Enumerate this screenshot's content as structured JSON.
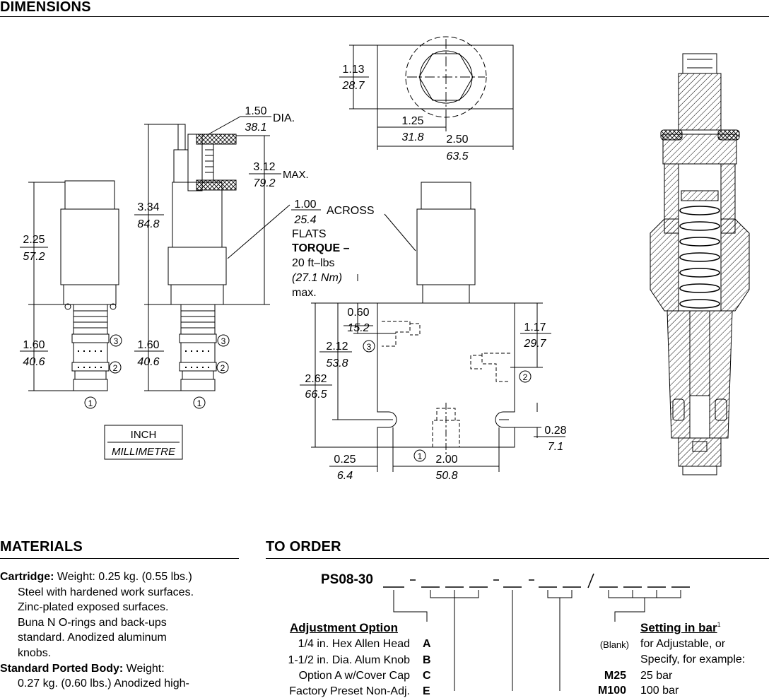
{
  "dimensions": {
    "title": "DIMENSIONS",
    "labels": {
      "d_1_50": "1.50",
      "d_38_1": "38.1",
      "dia": "DIA.",
      "d_3_12": "3.12",
      "d_79_2": "79.2",
      "max": "MAX.",
      "d_2_25": "2.25",
      "d_57_2": "57.2",
      "d_3_34": "3.34",
      "d_84_8": "84.8",
      "d_1_60a": "1.60",
      "d_40_6a": "40.6",
      "d_1_60b": "1.60",
      "d_40_6b": "40.6",
      "d_1_13": "1.13",
      "d_28_7": "28.7",
      "d_1_25": "1.25",
      "d_31_8": "31.8",
      "d_2_50": "2.50",
      "d_63_5": "63.5",
      "d_1_00": "1.00",
      "d_25_4": "25.4",
      "across": "ACROSS",
      "flats": "FLATS",
      "torque": "TORQUE –",
      "ftlbs": "20 ft–lbs",
      "nm": "(27.1 Nm)",
      "maxlow": "max.",
      "d_0_60": "0.60",
      "d_15_2": "15.2",
      "d_2_12": "2.12",
      "d_53_8": "53.8",
      "d_2_62": "2.62",
      "d_66_5": "66.5",
      "d_1_17": "1.17",
      "d_29_7": "29.7",
      "d_0_28": "0.28",
      "d_7_1": "7.1",
      "d_0_25": "0.25",
      "d_6_4": "6.4",
      "d_2_00": "2.00",
      "d_50_8": "50.8",
      "port1": "1",
      "port2": "2",
      "port3": "3",
      "legend_inch": "INCH",
      "legend_mm": "MILLIMETRE"
    }
  },
  "materials": {
    "title": "MATERIALS",
    "cartridge_label": "Cartridge:",
    "cartridge_first": " Weight: 0.25 kg. (0.55 lbs.)",
    "cartridge_lines": [
      "Steel with hardened work surfaces.",
      "Zinc-plated exposed surfaces.",
      "Buna N O-rings and back-ups",
      "standard.  Anodized aluminum",
      "knobs."
    ],
    "body_label": "Standard Ported Body:",
    "body_first": " Weight:",
    "body_lines": [
      "0.27 kg. (0.60 lbs.) Anodized high-"
    ]
  },
  "to_order": {
    "title": "TO ORDER",
    "model_prefix": "PS08-30",
    "adjustment_title": "Adjustment Option",
    "adjustment_options": [
      {
        "label": "1/4 in. Hex Allen Head",
        "code": "A"
      },
      {
        "label": "1-1/2 in. Dia. Alum Knob",
        "code": "B"
      },
      {
        "label": "Option A w/Cover Cap",
        "code": "C"
      },
      {
        "label": "Factory Preset Non-Adj.",
        "code": "E"
      }
    ],
    "setting_title": "Setting in bar",
    "setting_sup": "1",
    "setting_rows": [
      {
        "code": "(Blank)",
        "desc": "for Adjustable, or"
      },
      {
        "code": "",
        "desc": "Specify, for example:"
      },
      {
        "code": "M25",
        "desc": "25 bar"
      },
      {
        "code": "M100",
        "desc": "100 bar"
      }
    ]
  }
}
